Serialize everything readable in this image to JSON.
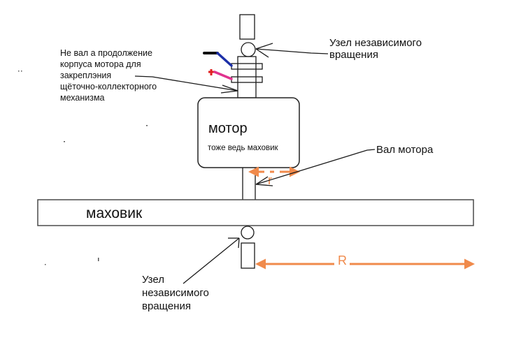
{
  "diagram": {
    "colors": {
      "background": "#ffffff",
      "ink": "#1a1a1a",
      "dimension": "#f08a4b",
      "wire_negative_black": "#111111",
      "wire_negative_blue": "#1c2fa8",
      "wire_positive_magenta": "#e0338f",
      "plus_sign": "#e02020"
    },
    "labels": {
      "brush_note": [
        "Не вал а продолжение",
        "корпуса мотора для",
        "закреплэния",
        "щёточно-коллекторного",
        "механизма"
      ],
      "top_bearing": [
        "Узел независимого",
        "вращения"
      ],
      "motor_title": "мотор",
      "motor_subtitle": "тоже ведь маховик",
      "motor_shaft": "Вал мотора",
      "flywheel": "маховик",
      "bottom_bearing": [
        "Узел",
        "независимого",
        "вращения"
      ],
      "small_radius": "r",
      "large_radius": "R"
    },
    "wires": {
      "negative_symbol": "−",
      "positive_symbol": "+"
    }
  }
}
